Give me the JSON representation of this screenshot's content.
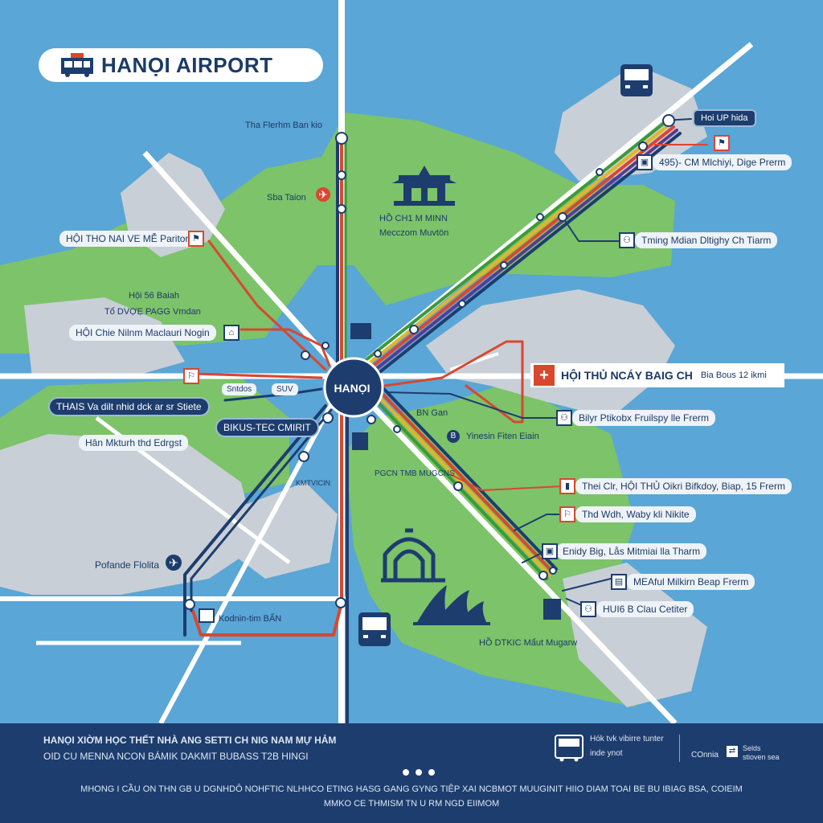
{
  "title": "HANỌI AIRPORT",
  "hub_label": "HANỌI",
  "landmarks": {
    "temple_label_1": "HỒ CH1 M MINN",
    "temple_label_2": "Mecczom Muvtön",
    "bottom_label": "HỒ DTKIC Mẩut Mugarw",
    "street_vertical_1": "PGCN TMB MUGCNS"
  },
  "top_labels": {
    "line_a": "Tha Flerhm Ban kio",
    "line_b": "Sba Taion",
    "north_callout": "Hoi UP hida",
    "grey_1": "Hội 56 Baiah",
    "grey_2": "Tổ DVỢẸ PAGG Vmdan",
    "hub_lower": "BN Gan",
    "station_b": "Yinesin Fiten Eiain",
    "small_1": "Sntdos",
    "small_2": "SUV",
    "kite_label": "KMTVICIN"
  },
  "left_callouts": [
    "HỘI THO NAI VE MỄ Paritori",
    "HỘI Chie Nilnm Maclauri Nogin",
    "THAIS Va dilt nhid dck ar sr Stiete",
    "BIKUS-TEC CMIRIT",
    "Hân Mkturh thd Edrgst",
    "Pofande Flolita",
    "Kodnin-tim BẤN"
  ],
  "right_callouts": [
    "495)- CM Mlchiyi, Dige Prerm",
    "Tming Mdian Dltighy Ch Tiarm",
    "Bilyr Ptikobx Fruilspy lle Frerm",
    "Thei Clr, HỘI THỦ Oikri Bifkdoy, Biap, 15 Frerm",
    "Thd Wdh, Waby kli Nikite",
    "Enidy Big, Lås Mitmiai lla Tharm",
    "MEAful Milkirn Beap Frerm",
    "HUI6 B Clau Cetiter"
  ],
  "red_callout": {
    "main": "HỘI THỦ NCÁY BAIG CH",
    "sub": "Bia Bous 12 ikmi"
  },
  "footer": {
    "line1": "HANỌI XIỜM HỌC THỂT NHÀ ANG SETTI CH NIG NAM MỰ HẢM",
    "line2": "OID CU MENNA NCON BÁMIK DAKMIT BUBASS T2B HINGI",
    "long_line1": "MHONG I CẦU ON THN GB U DGNHDÔ NOHFTIC NLHHCO ETING HASG GANG GYNG TIỆP XAI NCBMOT MUUGINIT HIIO DIAM TOAI BE BU IBIAG BSA, COIEIM",
    "long_line2": "MMKO CE THMISM TN U RM NGD EIIMOM",
    "bus_text1": "Hók tvk vibirre tunter",
    "bus_text2": "inde ynot",
    "conn_label": "COnnia",
    "conn_text": "Selds stioven sea"
  },
  "colors": {
    "water": "#5aa6d6",
    "land": "#7cc36a",
    "road": "#c9cfd6",
    "navy": "#1d3d6e",
    "red": "#d9472f",
    "green_line": "#3a9a3a",
    "yellow_line": "#e2b52b",
    "purple_line": "#5b3b8f"
  }
}
